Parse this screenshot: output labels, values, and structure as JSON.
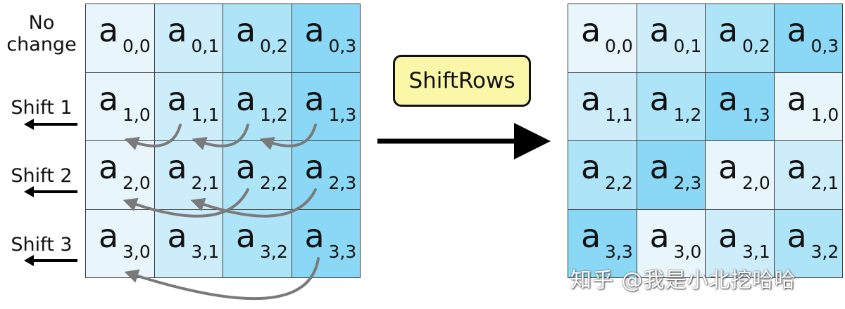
{
  "colors": {
    "col0": "#e8f6fc",
    "col1": "#cdedfa",
    "col2": "#aee4f8",
    "col3": "#8ad8f5",
    "grid_border": "#3a3a3a",
    "arrow_gray": "#7a7a7a",
    "op_fill": "#fbf7a8"
  },
  "row_labels": [
    [
      "No",
      "change"
    ],
    [
      "Shift 1"
    ],
    [
      "Shift 2"
    ],
    [
      "Shift 3"
    ]
  ],
  "operation_label": "ShiftRows",
  "left_matrix": [
    [
      {
        "main": "a",
        "sub": "0,0",
        "col": 0
      },
      {
        "main": "a",
        "sub": "0,1",
        "col": 1
      },
      {
        "main": "a",
        "sub": "0,2",
        "col": 2
      },
      {
        "main": "a",
        "sub": "0,3",
        "col": 3
      }
    ],
    [
      {
        "main": "a",
        "sub": "1,0",
        "col": 0
      },
      {
        "main": "a",
        "sub": "1,1",
        "col": 1
      },
      {
        "main": "a",
        "sub": "1,2",
        "col": 2
      },
      {
        "main": "a",
        "sub": "1,3",
        "col": 3
      }
    ],
    [
      {
        "main": "a",
        "sub": "2,0",
        "col": 0
      },
      {
        "main": "a",
        "sub": "2,1",
        "col": 1
      },
      {
        "main": "a",
        "sub": "2,2",
        "col": 2
      },
      {
        "main": "a",
        "sub": "2,3",
        "col": 3
      }
    ],
    [
      {
        "main": "a",
        "sub": "3,0",
        "col": 0
      },
      {
        "main": "a",
        "sub": "3,1",
        "col": 1
      },
      {
        "main": "a",
        "sub": "3,2",
        "col": 2
      },
      {
        "main": "a",
        "sub": "3,3",
        "col": 3
      }
    ]
  ],
  "right_matrix": [
    [
      {
        "main": "a",
        "sub": "0,0",
        "col": 0
      },
      {
        "main": "a",
        "sub": "0,1",
        "col": 1
      },
      {
        "main": "a",
        "sub": "0,2",
        "col": 2
      },
      {
        "main": "a",
        "sub": "0,3",
        "col": 3
      }
    ],
    [
      {
        "main": "a",
        "sub": "1,1",
        "col": 1
      },
      {
        "main": "a",
        "sub": "1,2",
        "col": 2
      },
      {
        "main": "a",
        "sub": "1,3",
        "col": 3
      },
      {
        "main": "a",
        "sub": "1,0",
        "col": 0
      }
    ],
    [
      {
        "main": "a",
        "sub": "2,2",
        "col": 2
      },
      {
        "main": "a",
        "sub": "2,3",
        "col": 3
      },
      {
        "main": "a",
        "sub": "2,0",
        "col": 0
      },
      {
        "main": "a",
        "sub": "2,1",
        "col": 1
      }
    ],
    [
      {
        "main": "a",
        "sub": "3,3",
        "col": 3
      },
      {
        "main": "a",
        "sub": "3,0",
        "col": 0
      },
      {
        "main": "a",
        "sub": "3,1",
        "col": 1
      },
      {
        "main": "a",
        "sub": "3,2",
        "col": 2
      }
    ]
  ],
  "watermark": "知乎 @我是小北挖哈哈"
}
